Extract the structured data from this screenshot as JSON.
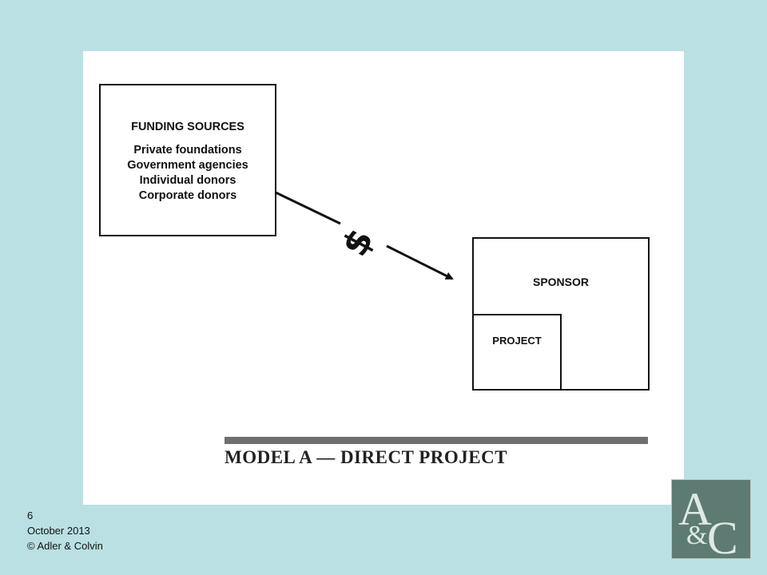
{
  "diagram": {
    "funding_box": {
      "title": "FUNDING SOURCES",
      "items": [
        "Private foundations",
        "Government agencies",
        "Individual donors",
        "Corporate donors"
      ]
    },
    "flow_symbol": "$",
    "sponsor_label": "SPONSOR",
    "project_label": "PROJECT",
    "model_title": "MODEL A — DIRECT PROJECT"
  },
  "footer": {
    "slide_number": "6",
    "date": "October 2013",
    "copyright": "© Adler & Colvin"
  },
  "logo": {
    "letter_top": "A",
    "ampersand": "&",
    "letter_bottom": "C"
  },
  "colors": {
    "slide_background": "#bae0e4",
    "logo_background": "#5d7b72",
    "logo_letters": "#dfe9e4"
  }
}
